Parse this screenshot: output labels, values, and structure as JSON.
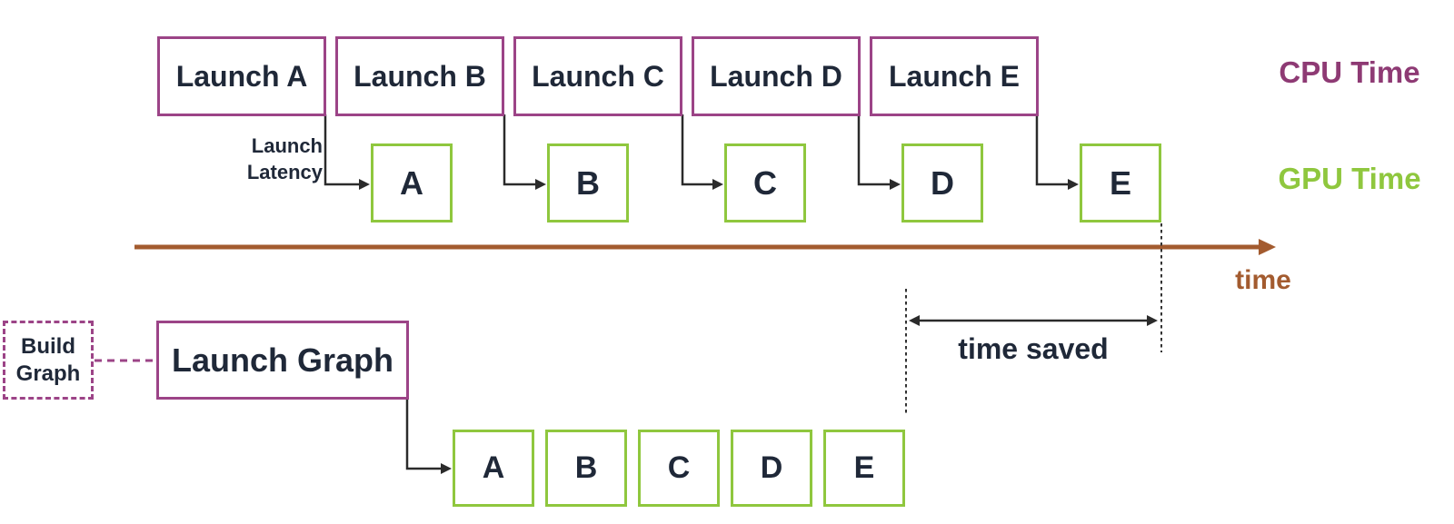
{
  "top_timeline": {
    "launch_boxes": [
      "Launch A",
      "Launch B",
      "Launch C",
      "Launch D",
      "Launch E"
    ],
    "gpu_boxes": [
      "A",
      "B",
      "C",
      "D",
      "E"
    ],
    "launch_latency_label": {
      "line1": "Launch",
      "line2": "Latency"
    }
  },
  "axis": {
    "label": "time"
  },
  "legend": {
    "cpu": "CPU Time",
    "gpu": "GPU Time"
  },
  "graph_timeline": {
    "build_graph_label": {
      "line1": "Build",
      "line2": "Graph"
    },
    "launch_graph_label": "Launch Graph",
    "gpu_boxes": [
      "A",
      "B",
      "C",
      "D",
      "E"
    ],
    "time_saved_label": "time saved"
  },
  "colors": {
    "cpu_purple": "#9c4487",
    "gpu_green": "#8fc73e",
    "axis_brown": "#a35b2f",
    "text_dark": "#1f2838",
    "connector_black": "#2b2b2b"
  }
}
